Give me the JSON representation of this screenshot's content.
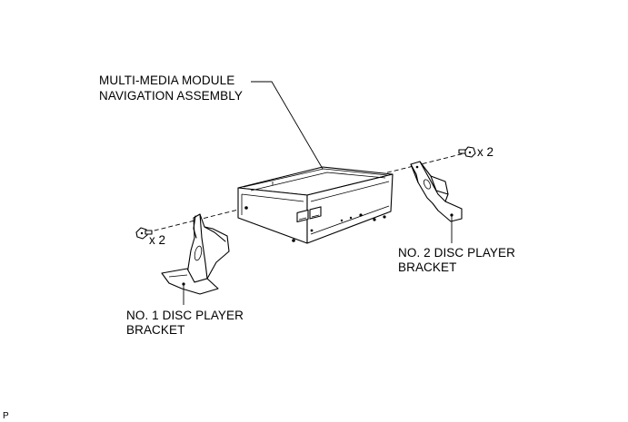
{
  "labels": {
    "module_line1": "MULTI-MEDIA MODULE",
    "module_line2": "NAVIGATION ASSEMBLY",
    "bracket1_line1": "NO. 1 DISC PLAYER",
    "bracket1_line2": "BRACKET",
    "bracket2_line1": "NO. 2 DISC PLAYER",
    "bracket2_line2": "BRACKET",
    "bolt_left_qty": "x 2",
    "bolt_right_qty": "x 2"
  },
  "figure_code": "P"
}
